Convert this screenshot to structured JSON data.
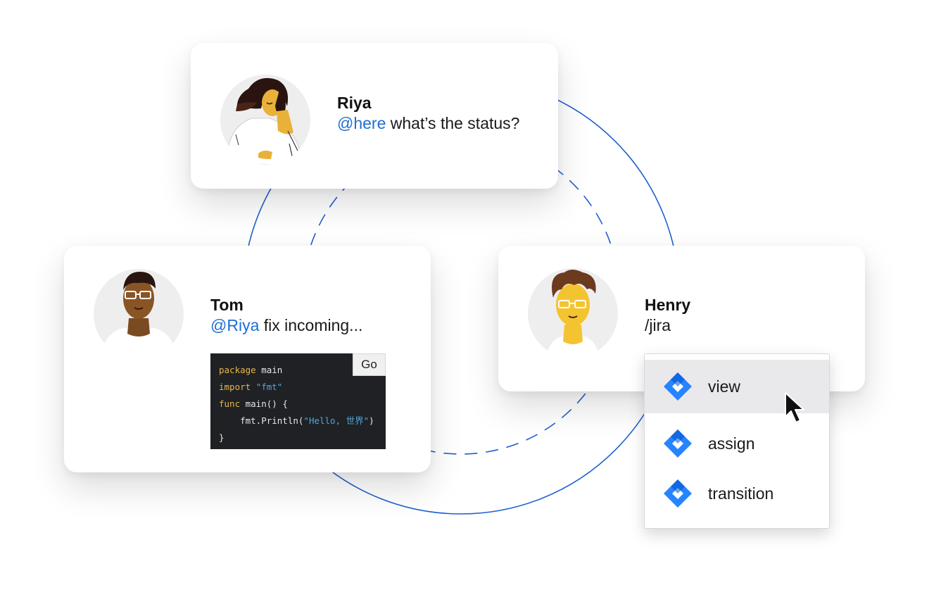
{
  "messages": [
    {
      "name": "Riya",
      "mention": "@here",
      "text": " what’s the status?"
    },
    {
      "name": "Tom",
      "mention": "@Riya",
      "text": " fix incoming..."
    },
    {
      "name": "Henry",
      "mention": "",
      "text": "/jira"
    }
  ],
  "code_snippet": {
    "run_label": "Go",
    "lines": [
      {
        "kw": "package",
        "rest": " main",
        "str": "",
        "tail": ""
      },
      {
        "kw": "import",
        "rest": " ",
        "str": "\"fmt\"",
        "tail": ""
      },
      {
        "kw": "func",
        "rest": " main() {",
        "str": "",
        "tail": ""
      },
      {
        "kw": "",
        "rest": "    fmt.Println(",
        "str": "\"Hello, 世界\"",
        "tail": ")"
      },
      {
        "kw": "",
        "rest": "}",
        "str": "",
        "tail": ""
      }
    ]
  },
  "jira_menu": {
    "items": [
      {
        "label": "view",
        "icon": "jira-icon",
        "hovered": true
      },
      {
        "label": "assign",
        "icon": "jira-icon",
        "hovered": false
      },
      {
        "label": "transition",
        "icon": "jira-icon",
        "hovered": false
      }
    ]
  },
  "colors": {
    "mention": "#1f6fd1",
    "orbit": "#1d5fd0",
    "jira_blue": "#2684ff",
    "code_bg": "#1f2124",
    "code_keyword": "#e8b64c",
    "code_string": "#4fa7e0"
  }
}
